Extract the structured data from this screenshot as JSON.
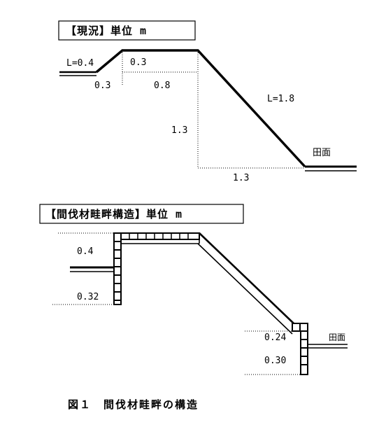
{
  "diagram1": {
    "title": "【現況】単位 m",
    "labels": {
      "slope_left": "L=0.4",
      "top_height": "0.3",
      "left_run": "0.3",
      "top_width": "0.8",
      "slope_right": "L=1.8",
      "height": "1.3",
      "run": "1.3",
      "field": "田面"
    }
  },
  "diagram2": {
    "title": "【間伐材畦畔構造】単位 m",
    "labels": {
      "left_upper": "0.4",
      "left_lower": "0.32",
      "right_upper": "0.24",
      "right_lower": "0.30",
      "field": "田面"
    }
  },
  "caption": "図１　間伐材畦畔の構造"
}
